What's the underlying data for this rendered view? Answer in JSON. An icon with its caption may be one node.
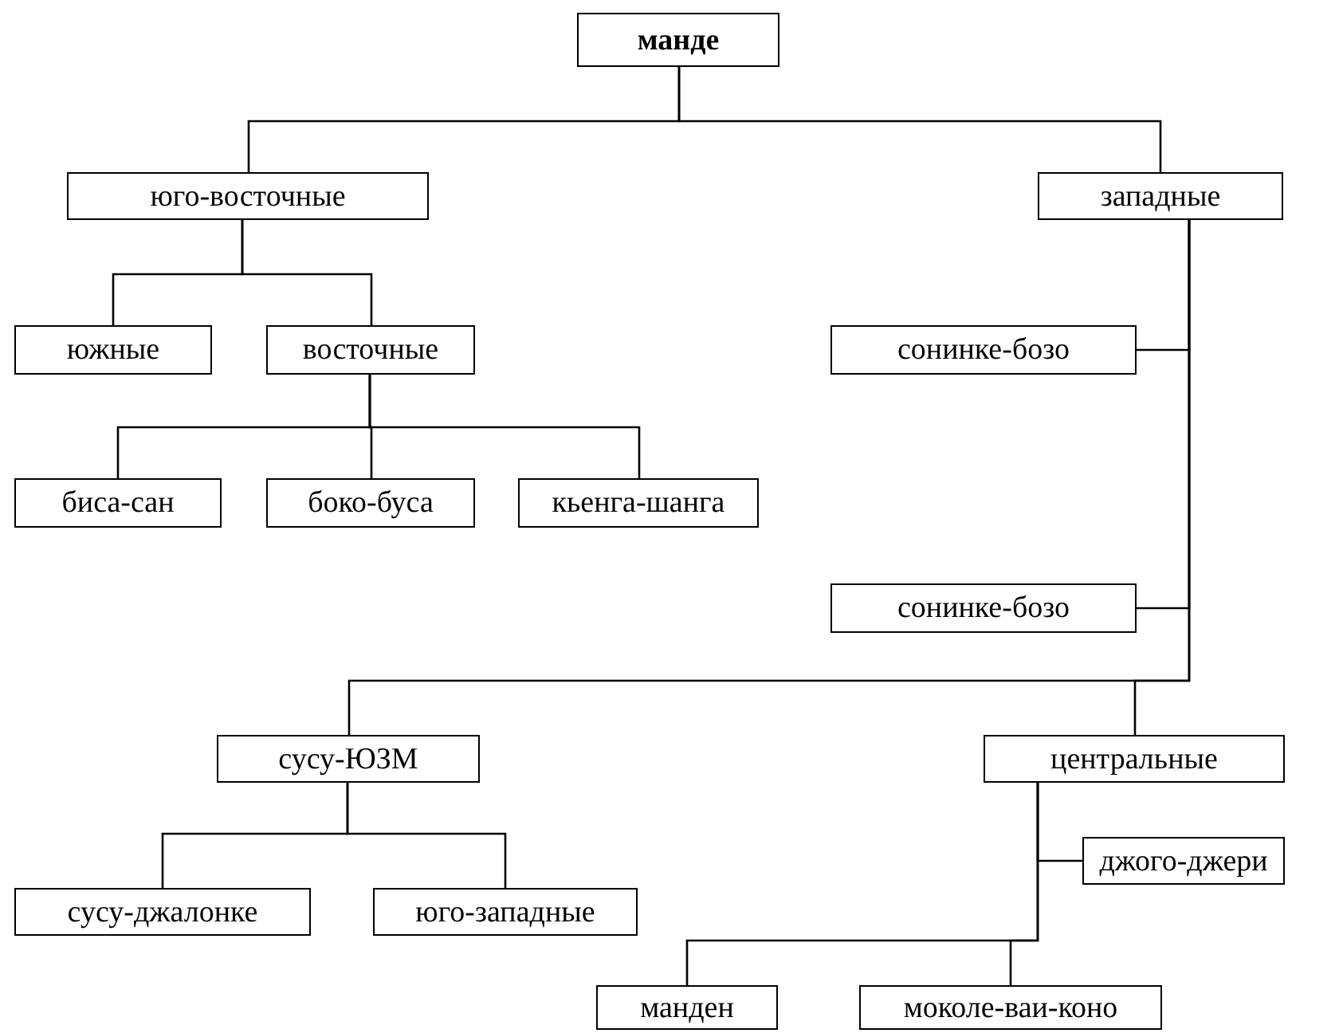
{
  "diagram": {
    "nodes": [
      {
        "text": [
          "манде"
        ]
      },
      {
        "text": [
          "юго-восточные"
        ]
      },
      {
        "text": [
          "западные"
        ]
      },
      {
        "text": [
          "южные"
        ]
      },
      {
        "text": [
          "восточные"
        ]
      },
      {
        "text": [
          "биса-сан"
        ]
      },
      {
        "text": [
          "боко-буса"
        ]
      },
      {
        "text": [
          "кьенга-шанга"
        ]
      },
      {
        "text": [
          "сонинке-бозо"
        ]
      },
      {
        "text": [
          "сонинке-бозо"
        ]
      },
      {
        "text": [
          "сусу-ЮЗМ"
        ]
      },
      {
        "text": [
          "центральные"
        ]
      },
      {
        "text": [
          "сусу-джалонке"
        ]
      },
      {
        "text": [
          "юго-западные"
        ]
      },
      {
        "text": [
          "джого-джери"
        ]
      },
      {
        "text": [
          "манден"
        ]
      },
      {
        "text": [
          "моколе-ваи-коно"
        ]
      }
    ],
    "edges": [
      {
        "from": 0,
        "to": 1,
        "arrow": "none"
      },
      {
        "from": 0,
        "to": 2,
        "arrow": "none"
      },
      {
        "from": 1,
        "to": 3,
        "arrow": "none"
      },
      {
        "from": 1,
        "to": 4,
        "arrow": "none"
      },
      {
        "from": 4,
        "to": 5,
        "arrow": "none"
      },
      {
        "from": 4,
        "to": 6,
        "arrow": "none"
      },
      {
        "from": 4,
        "to": 7,
        "arrow": "none"
      },
      {
        "from": 2,
        "to": 8,
        "arrow": "none"
      },
      {
        "from": 2,
        "to": 9,
        "arrow": "none"
      },
      {
        "from": 2,
        "to": 10,
        "arrow": "none"
      },
      {
        "from": 2,
        "to": 11,
        "arrow": "none"
      },
      {
        "from": 10,
        "to": 12,
        "arrow": "none"
      },
      {
        "from": 10,
        "to": 13,
        "arrow": "none"
      },
      {
        "from": 11,
        "to": 14,
        "arrow": "none"
      },
      {
        "from": 11,
        "to": 15,
        "arrow": "none"
      },
      {
        "from": 11,
        "to": 16,
        "arrow": "none"
      }
    ]
  }
}
